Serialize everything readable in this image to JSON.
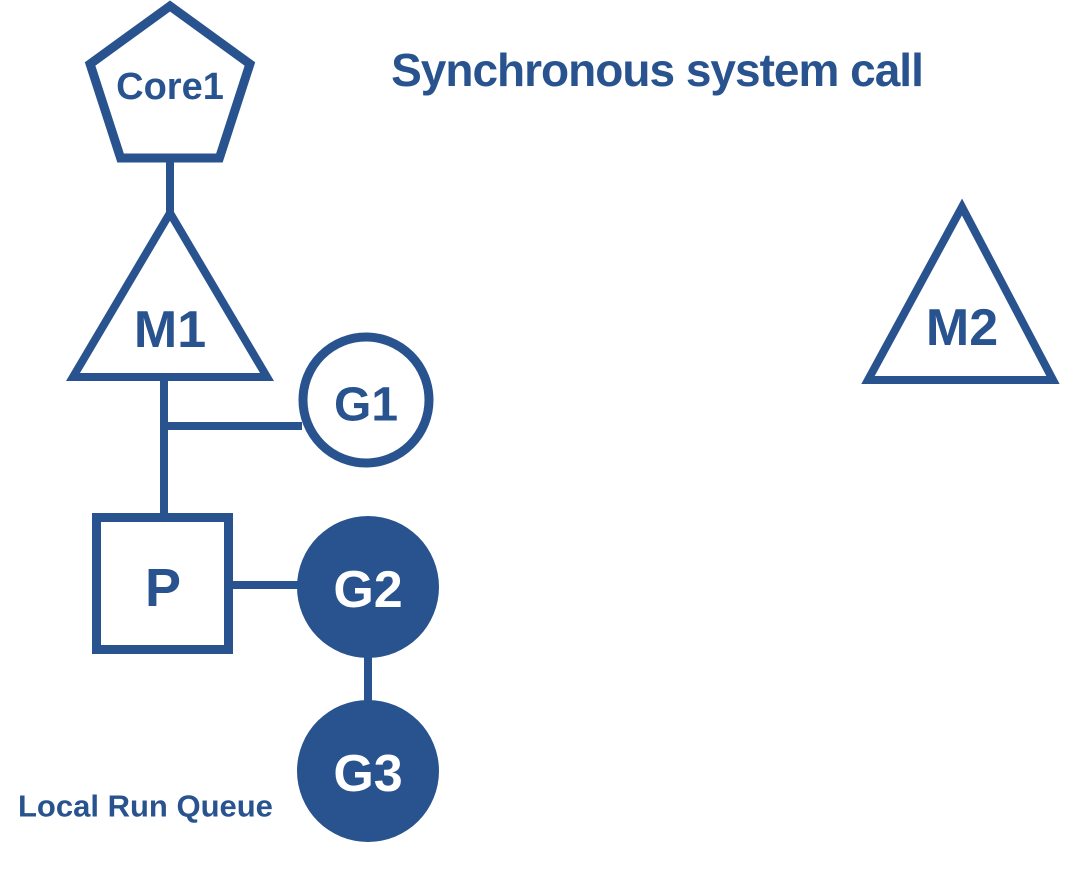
{
  "title": "Synchronous system call",
  "colors": {
    "primary": "#28538F",
    "background": "#FFFFFF",
    "filled_label": "#FFFFFF"
  },
  "diagram": {
    "nodes": [
      {
        "id": "core1",
        "label": "Core1",
        "shape": "pentagon",
        "style": "outline"
      },
      {
        "id": "m1",
        "label": "M1",
        "shape": "triangle",
        "style": "outline"
      },
      {
        "id": "m2",
        "label": "M2",
        "shape": "triangle",
        "style": "outline"
      },
      {
        "id": "g1",
        "label": "G1",
        "shape": "circle",
        "style": "outline"
      },
      {
        "id": "p",
        "label": "P",
        "shape": "square",
        "style": "outline"
      },
      {
        "id": "g2",
        "label": "G2",
        "shape": "circle",
        "style": "filled"
      },
      {
        "id": "g3",
        "label": "G3",
        "shape": "circle",
        "style": "filled"
      }
    ],
    "edges": [
      {
        "from": "core1",
        "to": "m1"
      },
      {
        "from": "m1",
        "to": "g1"
      },
      {
        "from": "m1",
        "to": "p"
      },
      {
        "from": "p",
        "to": "g2"
      },
      {
        "from": "g2",
        "to": "g3"
      }
    ],
    "caption": "Local Run Queue"
  }
}
